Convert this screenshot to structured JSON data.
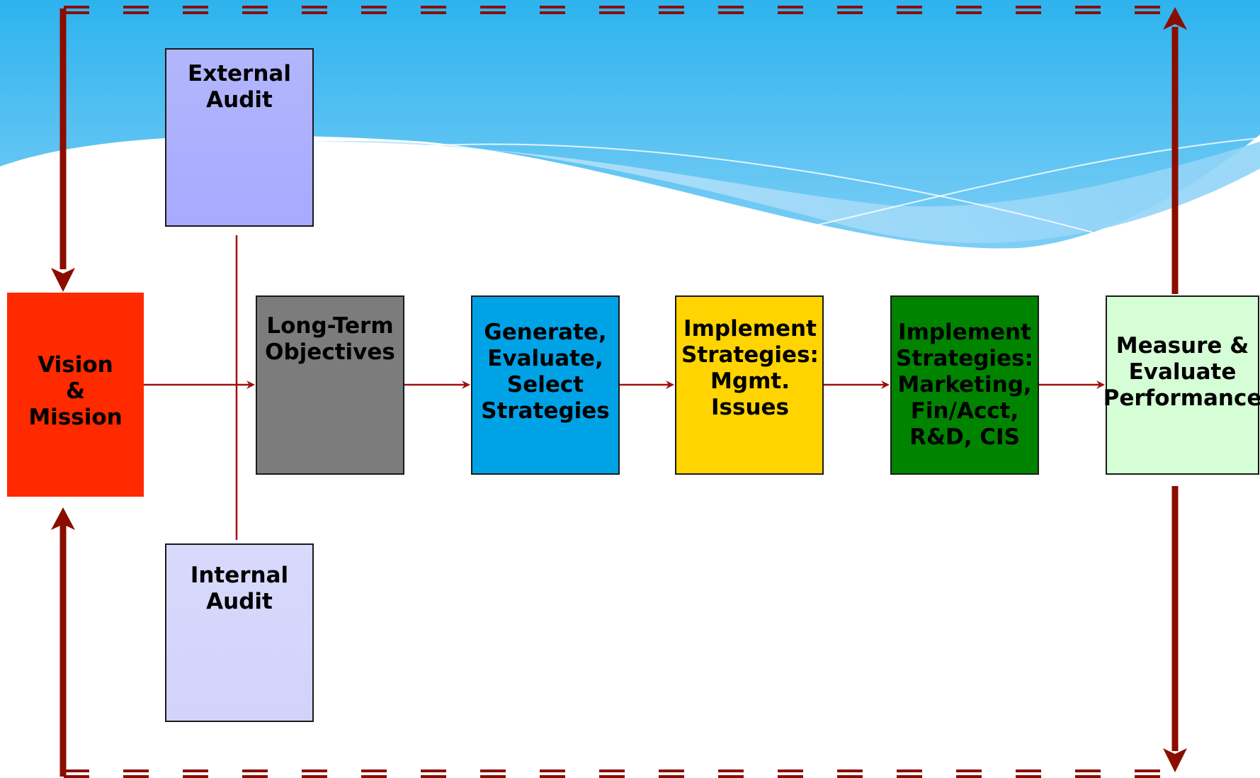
{
  "diagram": {
    "nodes": {
      "external_audit": "External\nAudit",
      "internal_audit": "Internal\nAudit",
      "vision_mission": "Vision\n&\nMission",
      "long_term_objectives": "Long-Term\nObjectives",
      "generate_strategies": "Generate,\nEvaluate,\nSelect\nStrategies",
      "implement_mgmt": "Implement\nStrategies:\nMgmt. Issues",
      "implement_marketing": "Implement\nStrategies:\nMarketing,\nFin/Acct,\nR&D, CIS",
      "measure_evaluate": "Measure &\nEvaluate\nPerformance"
    },
    "flow": [
      "Vision & Mission",
      "Long-Term Objectives",
      "Generate, Evaluate, Select Strategies",
      "Implement Strategies: Mgmt. Issues",
      "Implement Strategies: Marketing, Fin/Acct, R&D, CIS",
      "Measure & Evaluate Performance"
    ],
    "colors": {
      "vision_mission": "#ff2a00",
      "long_term_objectives": "#7c7c7c",
      "generate_strategies": "#00a2e6",
      "implement_mgmt": "#ffd400",
      "implement_marketing": "#008400",
      "measure_evaluate": "#d6fed6",
      "external_audit": "#a9acff",
      "internal_audit": "#d4d5fb",
      "connector": "#a01010",
      "feedback_loop": "#8b0d00",
      "background_sky": "#2db3ee"
    }
  }
}
